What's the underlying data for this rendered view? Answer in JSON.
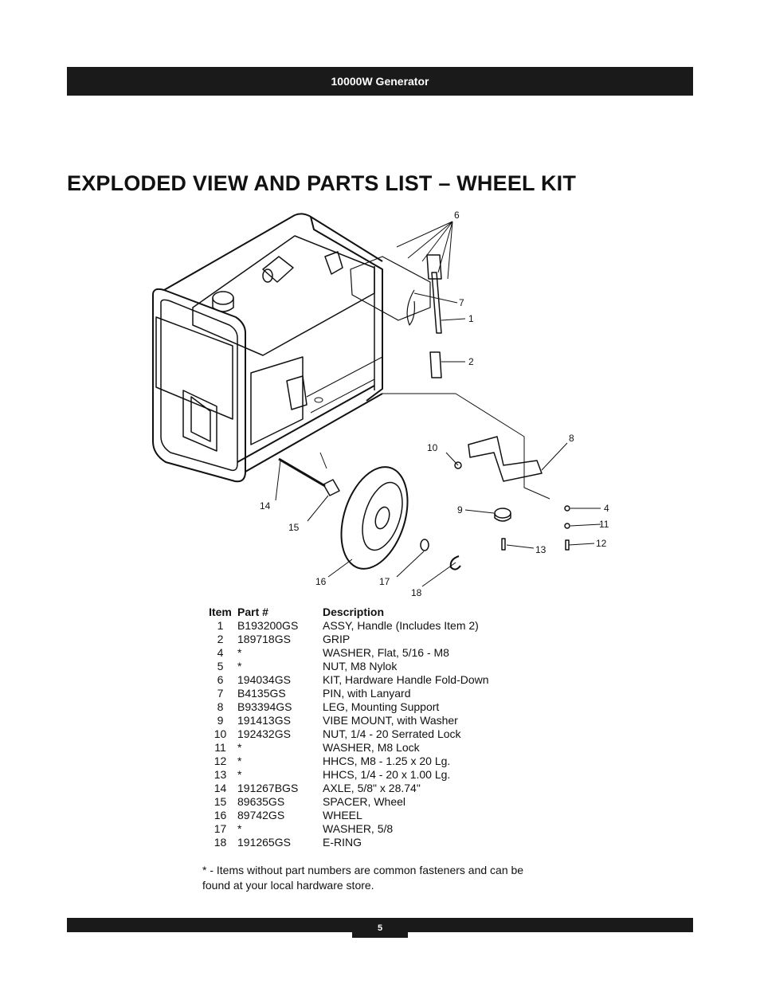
{
  "header": {
    "title": "10000W Generator"
  },
  "page": {
    "title": "EXPLODED VIEW AND PARTS LIST – WHEEL KIT",
    "number": "5"
  },
  "diagram": {
    "callouts": [
      "6",
      "7",
      "1",
      "2",
      "8",
      "10",
      "9",
      "4",
      "11",
      "12",
      "13",
      "14",
      "15",
      "16",
      "17",
      "18"
    ]
  },
  "parts_table": {
    "headers": {
      "item": "Item",
      "part": "Part #",
      "description": "Description"
    },
    "rows": [
      {
        "item": "1",
        "part": "B193200GS",
        "description": "ASSY, Handle (Includes Item 2)"
      },
      {
        "item": "2",
        "part": "189718GS",
        "description": "GRIP"
      },
      {
        "item": "4",
        "part": "*",
        "description": "WASHER, Flat, 5/16 - M8"
      },
      {
        "item": "5",
        "part": "*",
        "description": "NUT, M8 Nylok"
      },
      {
        "item": "6",
        "part": "194034GS",
        "description": "KIT, Hardware Handle Fold-Down"
      },
      {
        "item": "7",
        "part": "B4135GS",
        "description": "PIN, with Lanyard"
      },
      {
        "item": "8",
        "part": "B93394GS",
        "description": "LEG, Mounting Support"
      },
      {
        "item": "9",
        "part": "191413GS",
        "description": "VIBE MOUNT, with Washer"
      },
      {
        "item": "10",
        "part": "192432GS",
        "description": "NUT, 1/4 - 20 Serrated Lock"
      },
      {
        "item": "11",
        "part": "*",
        "description": "WASHER, M8 Lock"
      },
      {
        "item": "12",
        "part": "*",
        "description": "HHCS, M8 - 1.25 x 20 Lg."
      },
      {
        "item": "13",
        "part": "*",
        "description": "HHCS, 1/4 - 20 x 1.00 Lg."
      },
      {
        "item": "14",
        "part": "191267BGS",
        "description": "AXLE, 5/8\" x 28.74\""
      },
      {
        "item": "15",
        "part": "89635GS",
        "description": "SPACER, Wheel"
      },
      {
        "item": "16",
        "part": "89742GS",
        "description": "WHEEL"
      },
      {
        "item": "17",
        "part": "*",
        "description": "WASHER, 5/8"
      },
      {
        "item": "18",
        "part": "191265GS",
        "description": "E-RING"
      }
    ]
  },
  "footnote": "* - Items without part numbers are common fasteners and can be found at your local hardware store."
}
